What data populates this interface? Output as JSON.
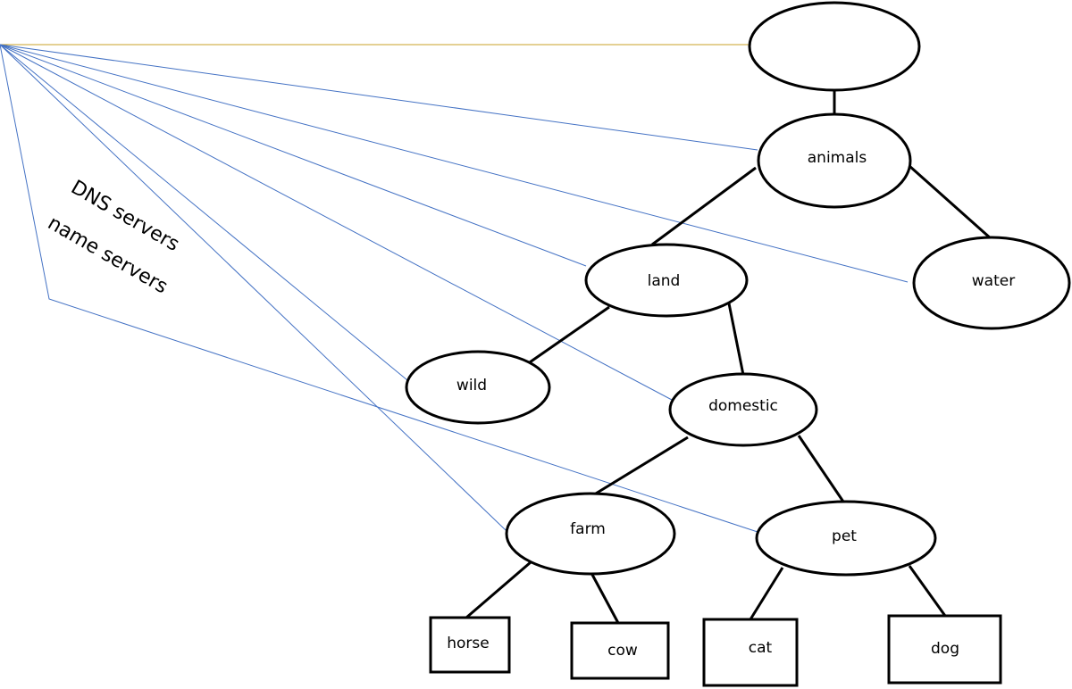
{
  "side_labels": {
    "line1": "DNS servers",
    "line2": "name servers"
  },
  "nodes": {
    "root": "",
    "animals": "animals",
    "land": "land",
    "water": "water",
    "wild": "wild",
    "domestic": "domestic",
    "farm": "farm",
    "pet": "pet",
    "horse": "horse",
    "cow": "cow",
    "cat": "cat",
    "dog": "dog"
  },
  "colors": {
    "pointer_line": "#4472c4",
    "root_pointer_line": "#c9a227",
    "tree_stroke": "#000000"
  }
}
